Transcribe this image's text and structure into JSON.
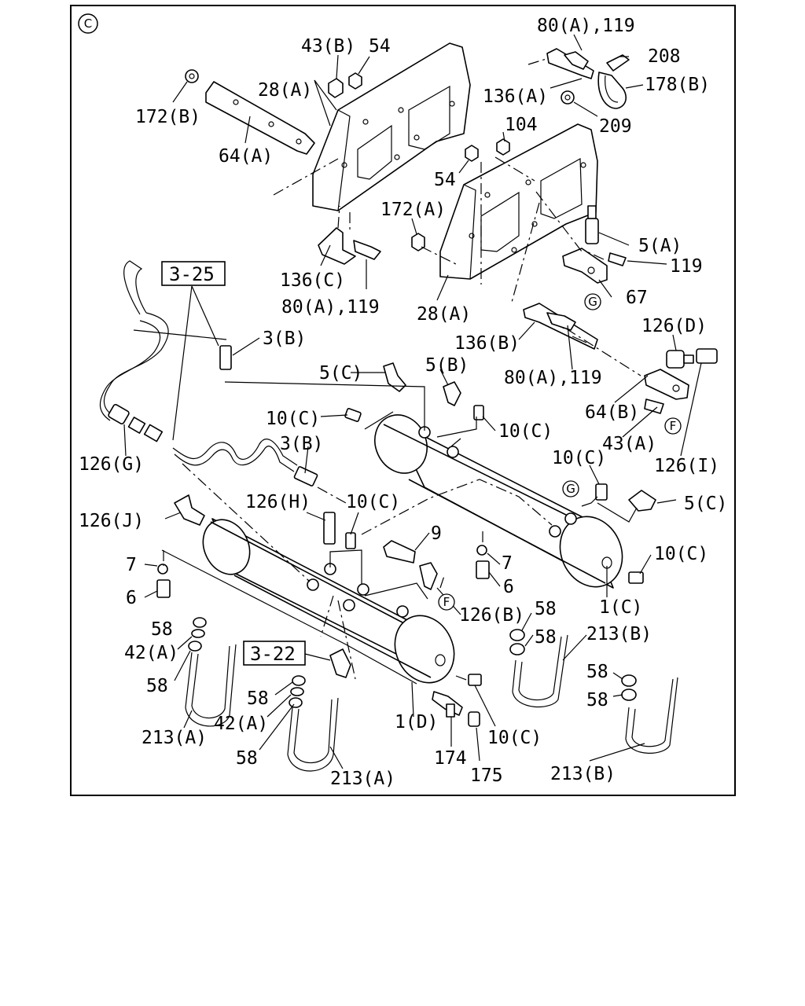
{
  "section_mark": "C",
  "ref_boxes": [
    {
      "id": "ref-3-25",
      "text": "3-25"
    },
    {
      "id": "ref-3-22",
      "text": "3-22"
    }
  ],
  "circle_marks": {
    "g": "G",
    "f": "F"
  },
  "callouts": {
    "c_80a_119_top": "80(A),119",
    "c_43b": "43(B)",
    "c_54_top": "54",
    "c_208": "208",
    "c_28a_top": "28(A)",
    "c_136a": "136(A)",
    "c_178b": "178(B)",
    "c_172b": "172(B)",
    "c_209": "209",
    "c_104": "104",
    "c_64a": "64(A)",
    "c_54_mid": "54",
    "c_172a": "172(A)",
    "c_5a": "5(A)",
    "c_119_right": "119",
    "c_136c": "136(C)",
    "c_67": "67",
    "c_80a_119_mid": "80(A),119",
    "c_28a_bottom": "28(A)",
    "c_126d": "126(D)",
    "c_3b_top": "3(B)",
    "c_136b": "136(B)",
    "c_5c_top": "5(C)",
    "c_5b": "5(B)",
    "c_80a_119_low": "80(A),119",
    "c_64b": "64(B)",
    "c_10c_1": "10(C)",
    "c_10c_2": "10(C)",
    "c_43a": "43(A)",
    "c_126g": "126(G)",
    "c_3b_low": "3(B)",
    "c_126i": "126(I)",
    "c_10c_3": "10(C)",
    "c_5c_right": "5(C)",
    "c_126j": "126(J)",
    "c_126h": "126(H)",
    "c_10c_4": "10(C)",
    "c_9": "9",
    "c_7_left": "7",
    "c_7_right": "7",
    "c_10c_5": "10(C)",
    "c_6_left": "6",
    "c_6_right": "6",
    "c_126b": "126(B)",
    "c_1c": "1(C)",
    "c_58_a": "58",
    "c_58_b": "58",
    "c_213b_top": "213(B)",
    "c_42a_left": "42(A)",
    "c_58_c": "58",
    "c_58_d": "58",
    "c_58_e": "58",
    "c_58_f": "58",
    "c_42a_mid": "42(A)",
    "c_213a_left": "213(A)",
    "c_1d": "1(D)",
    "c_10c_6": "10(C)",
    "c_58_g": "58",
    "c_174": "174",
    "c_213a_mid": "213(A)",
    "c_175": "175",
    "c_213b_bottom": "213(B)"
  }
}
